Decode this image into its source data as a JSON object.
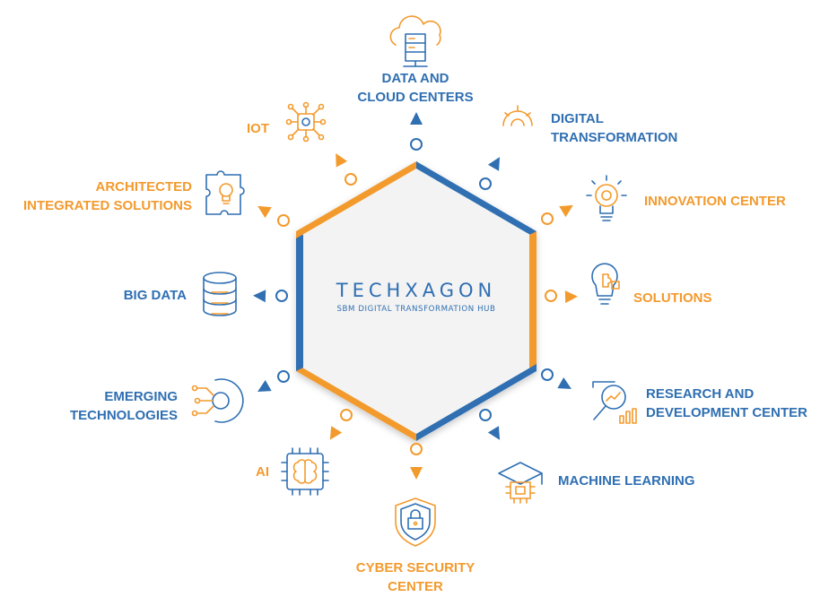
{
  "colors": {
    "blue": "#2f6fb2",
    "orange": "#f39a2d",
    "hex_fill": "#f3f3f3"
  },
  "hub": {
    "title": "TECHXAGON",
    "subtitle": "SBM DIGITAL TRANSFORMATION HUB"
  },
  "nodes": [
    {
      "key": "data_cloud",
      "label": "DATA AND\nCLOUD CENTERS",
      "color": "blue",
      "icon": "cloud-server-icon"
    },
    {
      "key": "digital",
      "label": "DIGITAL\nTRANSFORMATION",
      "color": "blue",
      "icon": "digital-gear-icon"
    },
    {
      "key": "innovation",
      "label": "INNOVATION CENTER",
      "color": "orange",
      "icon": "lightbulb-gear-icon"
    },
    {
      "key": "solutions",
      "label": "SOLUTIONS",
      "color": "orange",
      "icon": "puzzle-bulb-icon"
    },
    {
      "key": "research",
      "label": "RESEARCH AND\nDEVELOPMENT CENTER",
      "color": "blue",
      "icon": "magnifier-chart-icon"
    },
    {
      "key": "ml",
      "label": "MACHINE LEARNING",
      "color": "blue",
      "icon": "graduation-chip-icon"
    },
    {
      "key": "cyber",
      "label": "CYBER SECURITY\nCENTER",
      "color": "orange",
      "icon": "shield-lock-icon"
    },
    {
      "key": "ai",
      "label": "AI",
      "color": "orange",
      "icon": "brain-chip-icon"
    },
    {
      "key": "emerging",
      "label": "EMERGING\nTECHNOLOGIES",
      "color": "blue",
      "icon": "circuit-gear-icon"
    },
    {
      "key": "bigdata",
      "label": "BIG DATA",
      "color": "blue",
      "icon": "database-icon"
    },
    {
      "key": "architected",
      "label": "ARCHITECTED\nINTEGRATED SOLUTIONS",
      "color": "orange",
      "icon": "puzzle-lightbulb-icon"
    },
    {
      "key": "iot",
      "label": "IOT",
      "color": "orange",
      "icon": "iot-chip-icon"
    }
  ]
}
